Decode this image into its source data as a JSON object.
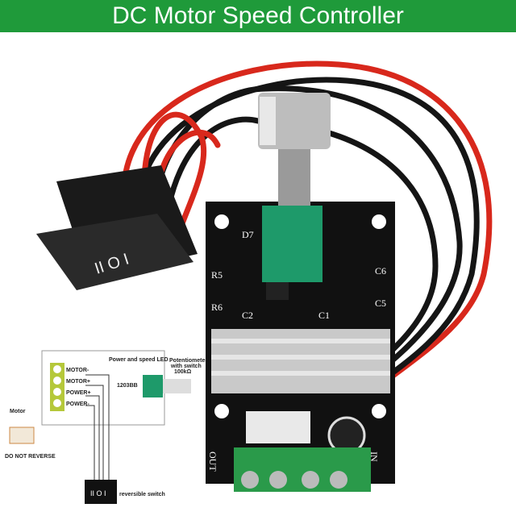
{
  "title": "DC Motor Speed Controller",
  "board": {
    "labels": [
      "D7",
      "R5",
      "R6",
      "C2",
      "C1",
      "C6",
      "C5"
    ],
    "out_label": "OUT",
    "in_label": "IN"
  },
  "rocker_switch": {
    "symbols": "II O I"
  },
  "diagram": {
    "led_label": "Power and speed LED",
    "pot_label_1": "Potentiometer",
    "pot_label_2": "with switch",
    "pot_label_3": "100kΩ",
    "model": "1203BB",
    "terminals": [
      "MOTOR-",
      "MOTOR+",
      "POWER+",
      "POWER-"
    ],
    "motor_label": "Motor",
    "battery_warning": "DO NOT REVERSE",
    "switch_label": "reversible switch",
    "switch_symbols": "II O I"
  },
  "colors": {
    "title_bg": "#1f9a3a",
    "pcb": "#111111",
    "terminal": "#2a9a4a",
    "pot": "#1e9a6a",
    "wire_red": "#d8281c",
    "wire_black": "#151515"
  }
}
